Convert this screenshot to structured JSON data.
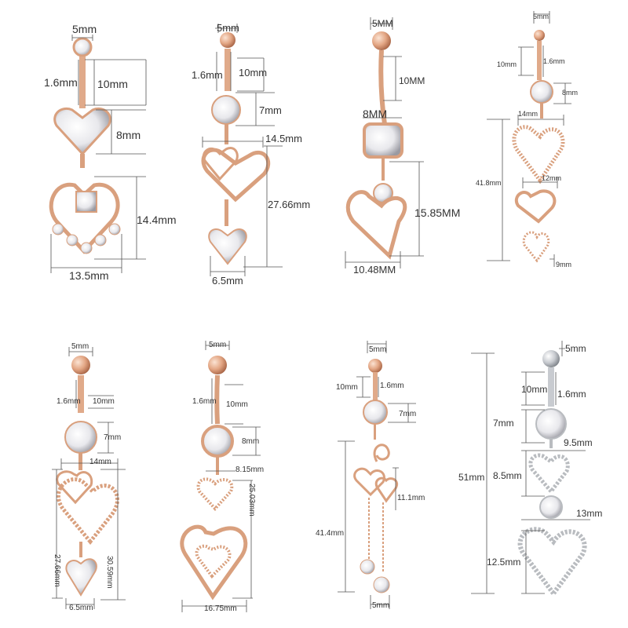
{
  "colors": {
    "rose_gold": "#d9a07e",
    "rose_gold_dark": "#b9785a",
    "silver": "#b9bcc0",
    "gem": "#f4f4f6",
    "line": "#555555"
  },
  "products": [
    {
      "id": "p1",
      "labels": {
        "ball": "5mm",
        "gauge": "1.6mm",
        "bar": "10mm",
        "gem": "8mm",
        "drop": "14.4mm",
        "width": "13.5mm"
      }
    },
    {
      "id": "p2",
      "labels": {
        "ball": "5mm",
        "gauge": "1.6mm",
        "bar": "10mm",
        "gem": "7mm",
        "width": "14.5mm",
        "drop": "27.66mm",
        "bottom": "6.5mm"
      }
    },
    {
      "id": "p3",
      "labels": {
        "ball": "5MM",
        "bar": "10MM",
        "gem": "8MM",
        "drop": "15.85MM",
        "width": "10.48MM"
      }
    },
    {
      "id": "p4",
      "labels": {
        "ball": "5mm",
        "bar": "10mm",
        "gauge": "1.6mm",
        "gem": "8mm",
        "width": "14mm",
        "mid": "12mm",
        "drop": "41.8mm",
        "bottom": "9mm"
      }
    },
    {
      "id": "p5",
      "labels": {
        "ball": "5mm",
        "gauge": "1.6mm",
        "bar": "10mm",
        "gem": "7mm",
        "width": "14mm",
        "drop_left": "27.66mm",
        "drop_right": "30.59mm",
        "bottom": "6.5mm"
      }
    },
    {
      "id": "p6",
      "labels": {
        "ball": "5mm",
        "gauge": "1.6mm",
        "bar": "10mm",
        "gem": "8mm",
        "mid": "8.15mm",
        "drop": "25.03mm",
        "width": "16.75mm"
      }
    },
    {
      "id": "p7",
      "labels": {
        "ball": "5mm",
        "bar": "10mm",
        "gauge": "1.6mm",
        "gem": "7mm",
        "mid": "11.1mm",
        "drop": "41.4mm",
        "bottom": "5mm"
      }
    },
    {
      "id": "p8",
      "labels": {
        "ball": "5mm",
        "bar": "10mm",
        "gauge": "1.6mm",
        "gem": "7mm",
        "heart1_w": "9.5mm",
        "heart1_h": "8.5mm",
        "heart2_w": "13mm",
        "heart2_h": "12.5mm",
        "total": "51mm"
      }
    }
  ]
}
